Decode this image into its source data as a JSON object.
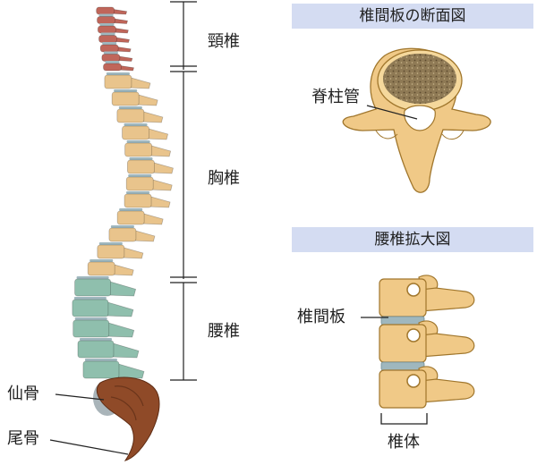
{
  "regions": {
    "cervical": "頸椎",
    "thoracic": "胸椎",
    "lumbar": "腰椎"
  },
  "sacrum_label": "仙骨",
  "coccyx_label": "尾骨",
  "cross_section": {
    "title": "椎間板の断面図",
    "canal_label": "脊柱管"
  },
  "lumbar_zoom": {
    "title": "腰椎拡大図",
    "disc_label": "椎間板",
    "body_label": "椎体"
  },
  "colors": {
    "cervical": "#c0665a",
    "thoracic": "#e9c48c",
    "lumbar": "#8fbfad",
    "sacrum": "#8f4a28",
    "bone": "#f0c987",
    "disc": "#9fb7be",
    "banner": "#d4dcf2"
  }
}
